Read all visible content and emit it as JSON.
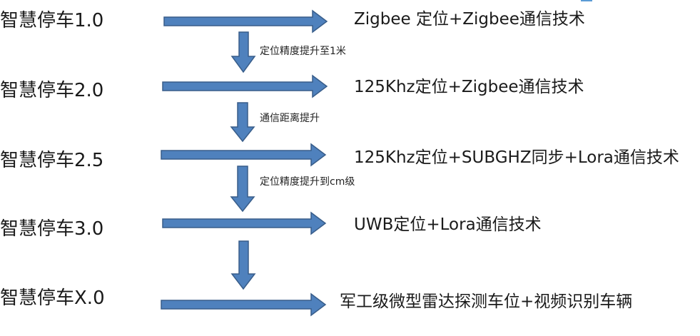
{
  "stages": [
    {
      "label": "智慧停车1.0",
      "tech": "Zigbee 定位+Zigbee通信技术"
    },
    {
      "label": "智慧停车2.0",
      "tech": "125Khz定位+Zigbee通信技术"
    },
    {
      "label": "智慧停车2.5",
      "tech": "125Khz定位+SUBGHZ同步+Lora通信技术"
    },
    {
      "label": "智慧停车3.0",
      "tech": "UWB定位+Lora通信技术"
    },
    {
      "label": "智慧停车X.0",
      "tech": "军工级微型雷达探测车位+视频识别车辆"
    }
  ],
  "transitions": [
    {
      "note": "定位精度提升至1米"
    },
    {
      "note": "通信距离提升"
    },
    {
      "note": "定位精度提升到cm级"
    },
    {
      "note": ""
    }
  ],
  "colors": {
    "arrow_fill": "#4f81bd",
    "arrow_stroke": "#385d8a",
    "accent": "#5b9bd5"
  }
}
